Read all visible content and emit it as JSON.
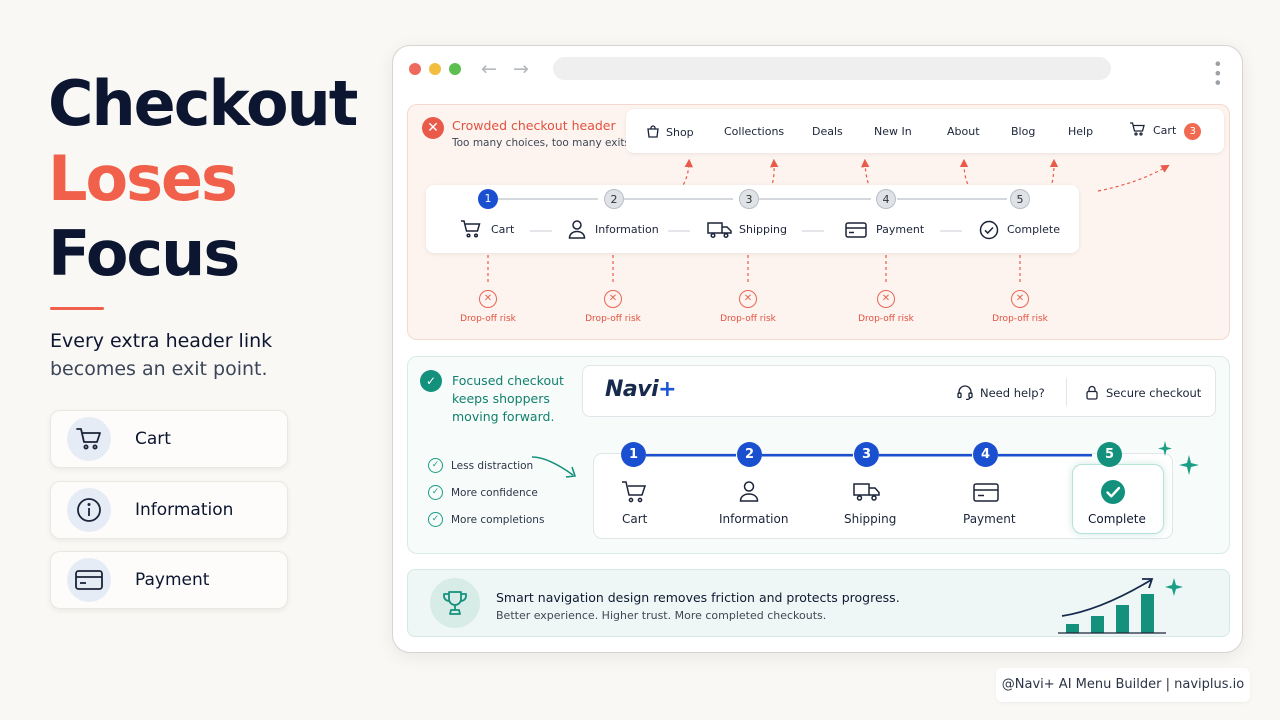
{
  "headline": {
    "line1": "Checkout",
    "line2": "Loses",
    "line3": "Focus"
  },
  "tagline": {
    "line1": "Every extra header link",
    "line2": "becomes an exit point."
  },
  "side_cards": [
    {
      "label": "Cart",
      "icon": "cart-icon"
    },
    {
      "label": "Information",
      "icon": "info-icon"
    },
    {
      "label": "Payment",
      "icon": "credit-card-icon"
    }
  ],
  "colors": {
    "accent": "#f0604a",
    "navy": "#0c1631",
    "blue": "#1a4fcf",
    "teal": "#14917d"
  },
  "crowded": {
    "title": "Crowded checkout header",
    "subtitle": "Too many choices, too many exits.",
    "nav": [
      "Shop",
      "Collections",
      "Deals",
      "New In",
      "About",
      "Blog",
      "Help"
    ],
    "cart_label": "Cart",
    "cart_count": "3",
    "steps": [
      {
        "num": "1",
        "label": "Cart"
      },
      {
        "num": "2",
        "label": "Information"
      },
      {
        "num": "3",
        "label": "Shipping"
      },
      {
        "num": "4",
        "label": "Payment"
      },
      {
        "num": "5",
        "label": "Complete"
      }
    ],
    "risk_label": "Drop-off risk"
  },
  "focused": {
    "title": "Focused checkout keeps shoppers moving forward.",
    "logo": "Navi",
    "logo_plus": "+",
    "help": "Need help?",
    "secure": "Secure checkout",
    "benefits": [
      "Less distraction",
      "More confidence",
      "More completions"
    ],
    "steps": [
      {
        "num": "1",
        "label": "Cart"
      },
      {
        "num": "2",
        "label": "Information"
      },
      {
        "num": "3",
        "label": "Shipping"
      },
      {
        "num": "4",
        "label": "Payment"
      },
      {
        "num": "5",
        "label": "Complete"
      }
    ]
  },
  "banner": {
    "title": "Smart navigation design removes friction and protects progress.",
    "subtitle": "Better experience. Higher trust. More completed checkouts."
  },
  "footer": "@Navi+ AI Menu Builder | naviplus.io"
}
